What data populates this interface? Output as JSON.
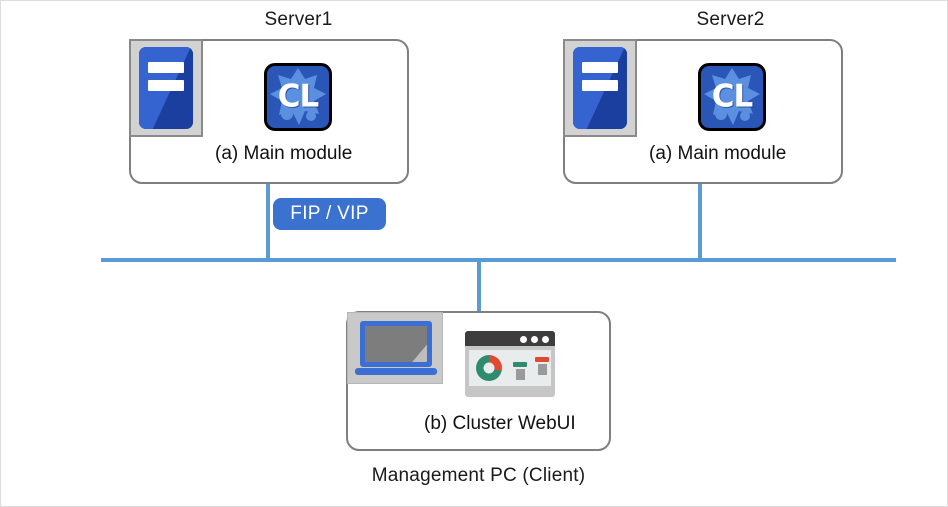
{
  "diagram": {
    "title_server1": "Server1",
    "title_server2": "Server2",
    "caption_management_pc": "Management PC (Client)",
    "nodes": [
      {
        "id": "server1",
        "caption": "Server1",
        "box_label": "(a) Main module",
        "server_icon_name": "server-rack-icon",
        "app_icon_name": "cluster-cl-icon",
        "app_icon_text": "CL"
      },
      {
        "id": "server2",
        "caption": "Server2",
        "box_label": "(a) Main module",
        "server_icon_name": "server-rack-icon",
        "app_icon_name": "cluster-cl-icon",
        "app_icon_text": "CL"
      },
      {
        "id": "management-pc",
        "caption": "Management PC (Client)",
        "box_label": "(b) Cluster WebUI",
        "laptop_icon_name": "laptop-icon",
        "browser_icon_name": "browser-dashboard-icon"
      }
    ],
    "badges": [
      {
        "id": "fip-vip",
        "label": "FIP / VIP"
      }
    ],
    "colors": {
      "network_line": "#5b9bd5",
      "badge_blue": "#3b72d0",
      "box_stroke": "#7f7f7f",
      "server_icon_blue_dark": "#1b3f9e",
      "server_icon_blue_light": "#3563cf",
      "cl_icon_blue": "#2a56b8",
      "donut_red": "#e04a32",
      "donut_green": "#2e8b6b",
      "canvas_border": "#dcdcdc"
    }
  }
}
